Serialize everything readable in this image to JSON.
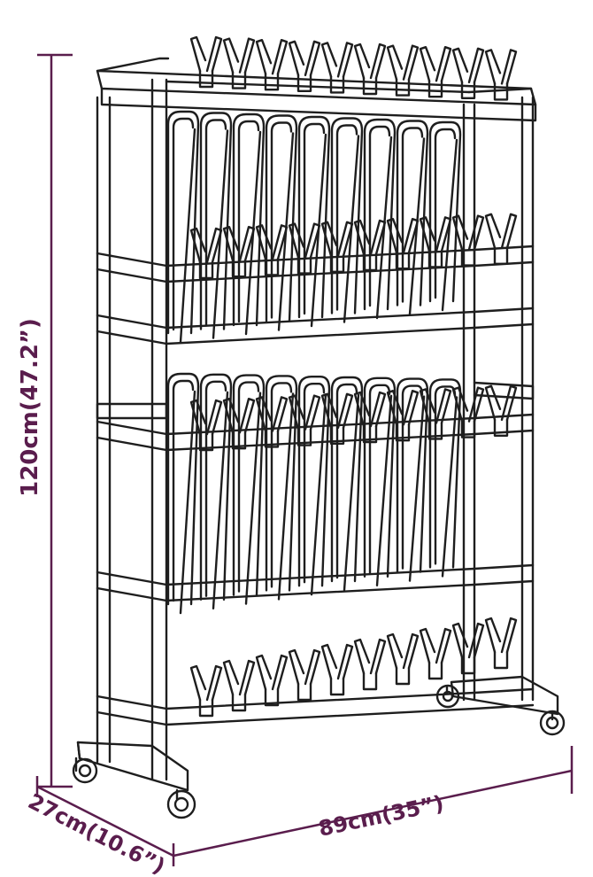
{
  "dimensions": {
    "height_label": "120cm(47.2”)",
    "width_label": "89cm(35”)",
    "depth_label": "27cm(10.6”)"
  },
  "colors": {
    "dimension_line": "#5a1d4d",
    "dimension_text": "#5a1d4d",
    "drawing_line": "#1e1e1e",
    "background": "#ffffff"
  },
  "illustration": {
    "subject": "boot-rack-line-drawing",
    "pegs_top_row": 10,
    "boot_pairs_upper": 9,
    "boot_pairs_lower": 9,
    "pegs_bottom_row": 10
  }
}
